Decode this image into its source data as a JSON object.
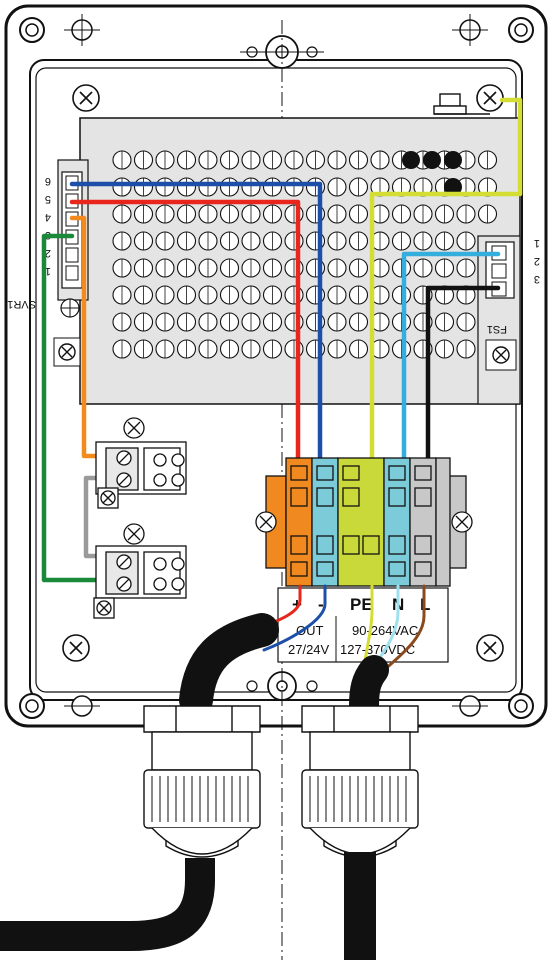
{
  "diagram": {
    "psu_left_terminals": [
      "6",
      "5",
      "4",
      "3",
      "2",
      "1"
    ],
    "psu_left_label": "SVR1",
    "psu_right_terminals": [
      "1",
      "2",
      "3"
    ],
    "psu_right_label": "FS1",
    "terminal_block": {
      "top_letters": [
        "+",
        "-",
        "PE",
        "N",
        "L"
      ],
      "out_label": "OUT",
      "out_voltage": "27/24V",
      "in_ac": "90-264VAC",
      "in_dc": "127-370VDC"
    },
    "colors": {
      "enclosure": "#111111",
      "psu_body": "#e4e4e4",
      "wire_red": "#e8261c",
      "wire_blue": "#1c4fa8",
      "wire_orange": "#f28a1e",
      "wire_green": "#1a8a3a",
      "wire_grey": "#9a9a9a",
      "wire_yellow": "#d4dd33",
      "wire_cyan": "#33aedd",
      "wire_black": "#111111",
      "wire_brown": "#8a4a1e",
      "block_orange": "#f08a20",
      "block_cyan": "#7ccbd8",
      "block_yellow": "#c9d93a",
      "block_grey": "#c8c8c8"
    }
  }
}
